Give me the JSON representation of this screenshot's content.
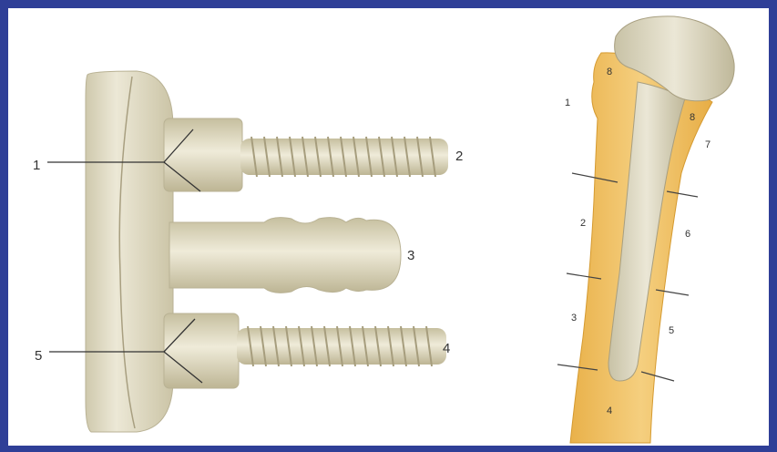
{
  "colors": {
    "border": "#2f3f97",
    "background": "#ffffff",
    "implant": "#ddd8bf",
    "implant_shadow": "#b7b095",
    "bone": "#efc160",
    "label": "#333333"
  },
  "implant_labels": {
    "l1": "1",
    "l2": "2",
    "l3": "3",
    "l4": "4",
    "l5": "5"
  },
  "femur_labels": {
    "z1": "1",
    "z2": "2",
    "z3": "3",
    "z4": "4",
    "z5": "5",
    "z6": "6",
    "z7": "7",
    "z8a": "8",
    "z8b": "8"
  }
}
